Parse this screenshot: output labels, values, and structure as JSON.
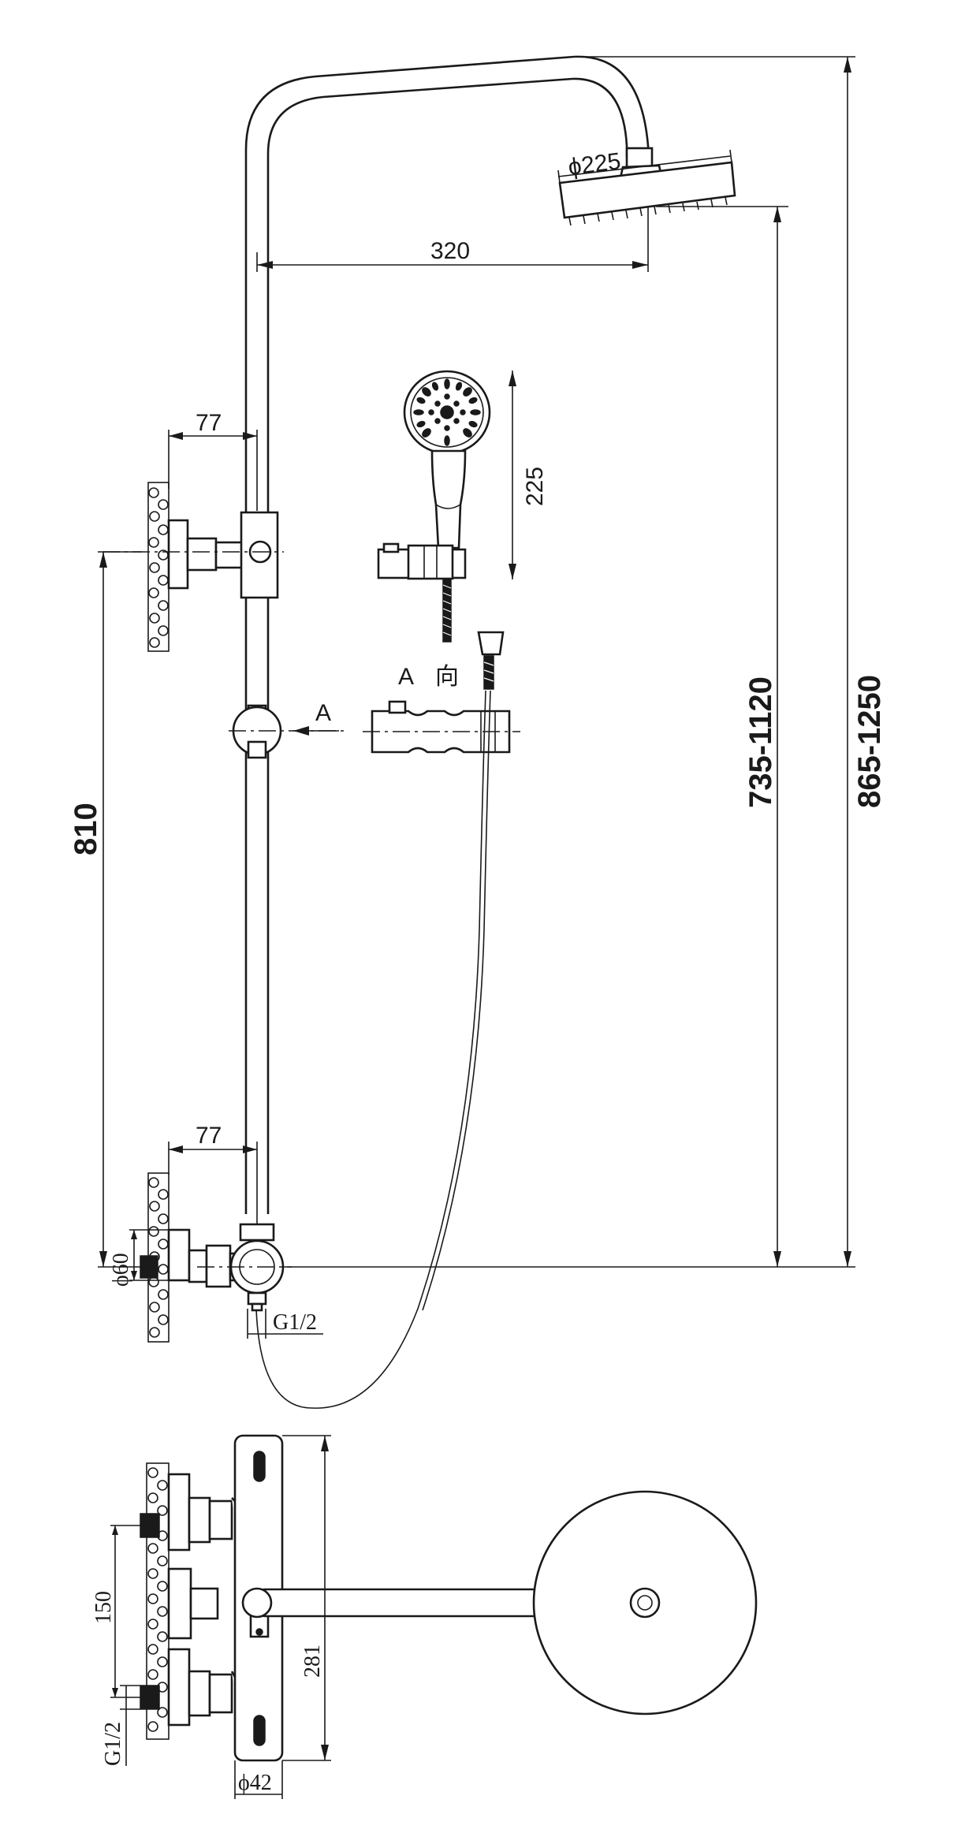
{
  "dimensions": {
    "head_diameter": "ϕ225",
    "arm_reach": "320",
    "handshower_length": "225",
    "bracket_offset_upper": "77",
    "bracket_offset_lower": "77",
    "bracket_spacing": "810",
    "adjust_range_head": "735-1120",
    "adjust_range_total": "865-1250",
    "inlet_diameter": "ϕ60",
    "outlet_thread": "G1/2",
    "inlet_spacing": "150",
    "inlet_thread": "G1/2",
    "body_height": "281",
    "body_diameter": "ϕ42"
  },
  "labels": {
    "view_a_arrow": "A",
    "view_a_title_letter": "A",
    "view_a_title_char": "向"
  }
}
